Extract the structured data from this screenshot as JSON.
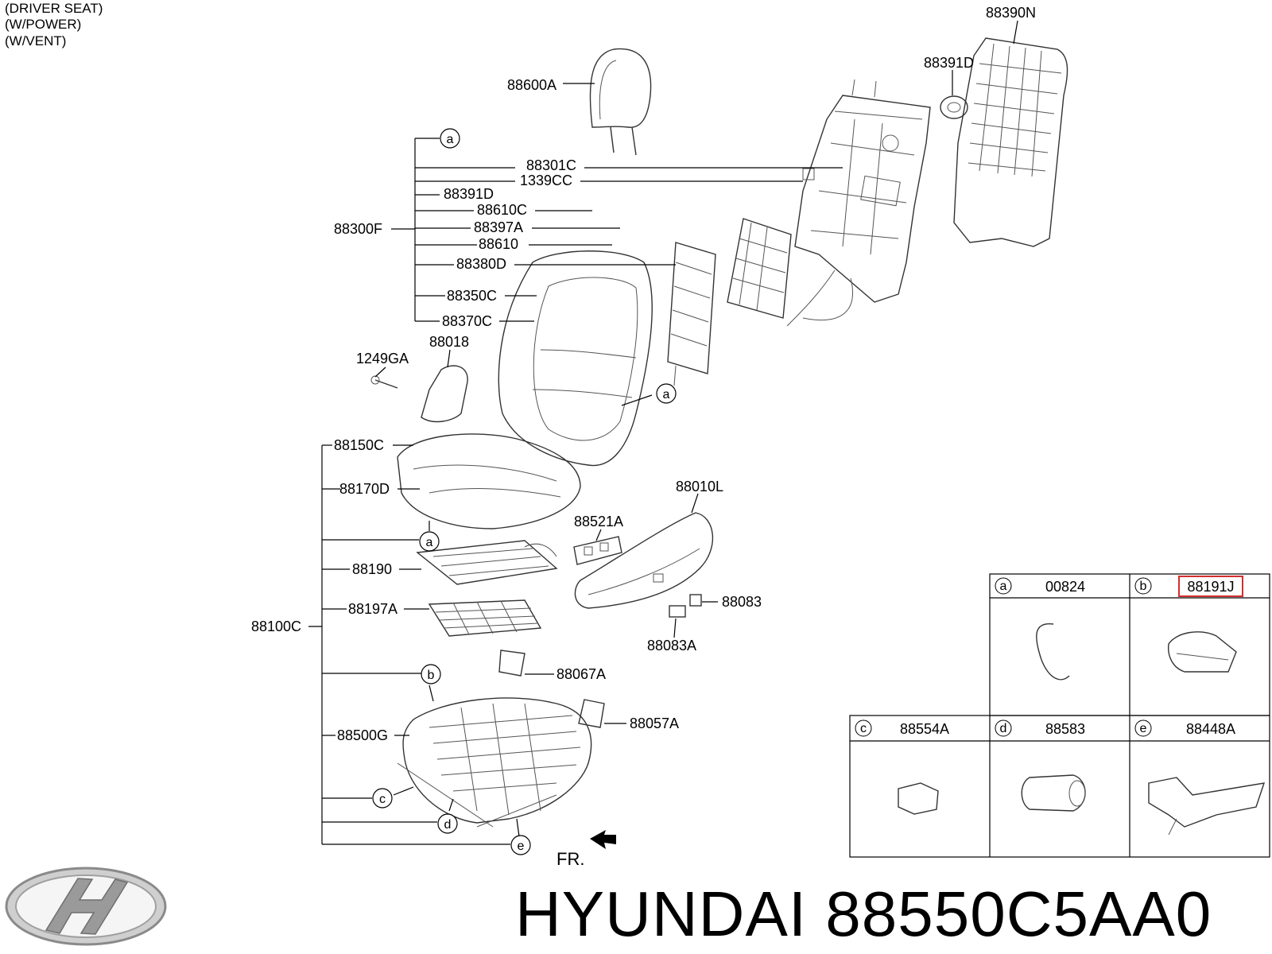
{
  "notes": [
    "(DRIVER SEAT)",
    "(W/POWER)",
    "(W/VENT)"
  ],
  "callouts": {
    "p88390N": "88390N",
    "p88391D_top": "88391D",
    "p88600A": "88600A",
    "p88301C": "88301C",
    "p1339CC": "1339CC",
    "p88391D": "88391D",
    "p88610C": "88610C",
    "p88397A": "88397A",
    "p88610": "88610",
    "p88380D": "88380D",
    "p88350C": "88350C",
    "p88370C": "88370C",
    "p88300F": "88300F",
    "p1249GA": "1249GA",
    "p88018": "88018",
    "p88150C": "88150C",
    "p88170D": "88170D",
    "p88010L": "88010L",
    "p88521A": "88521A",
    "p88190": "88190",
    "p88083": "88083",
    "p88197A": "88197A",
    "p88100C": "88100C",
    "p88083A": "88083A",
    "p88067A": "88067A",
    "p88500G": "88500G",
    "p88057A": "88057A"
  },
  "circle_refs": {
    "a_top": "a",
    "a_back": "a",
    "a_cush": "a",
    "b": "b",
    "c": "c",
    "d": "d",
    "e": "e"
  },
  "fr_label": "FR.",
  "parts_table": {
    "cells": [
      {
        "key": "a",
        "part": "00824",
        "highlighted": false
      },
      {
        "key": "b",
        "part": "88191J",
        "highlighted": true
      },
      {
        "key": "c",
        "part": "88554A",
        "highlighted": false
      },
      {
        "key": "d",
        "part": "88583",
        "highlighted": false
      },
      {
        "key": "e",
        "part": "88448A",
        "highlighted": false
      }
    ],
    "highlight_color": "#d32f2f"
  },
  "brand": {
    "text": "HYUNDAI 88550C5AA0",
    "logo": "hyundai-logo"
  }
}
